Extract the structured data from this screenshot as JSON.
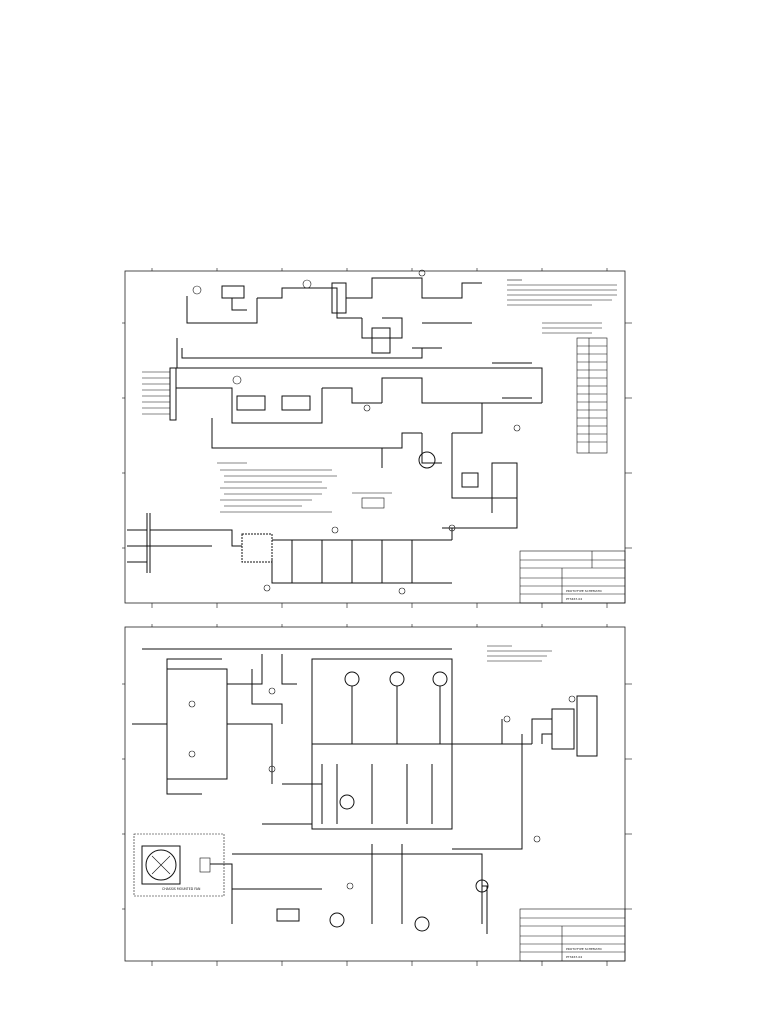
{
  "sheets": [
    {
      "drawing_name": "PROTOTYPE SCHEMATIC",
      "drawing_number": "PT3467-04"
    },
    {
      "drawing_name": "PROTOTYPE SCHEMATIC",
      "drawing_number": "PT3467-04",
      "fan_caption": "CHASSIS MOUNTED FAN"
    }
  ]
}
